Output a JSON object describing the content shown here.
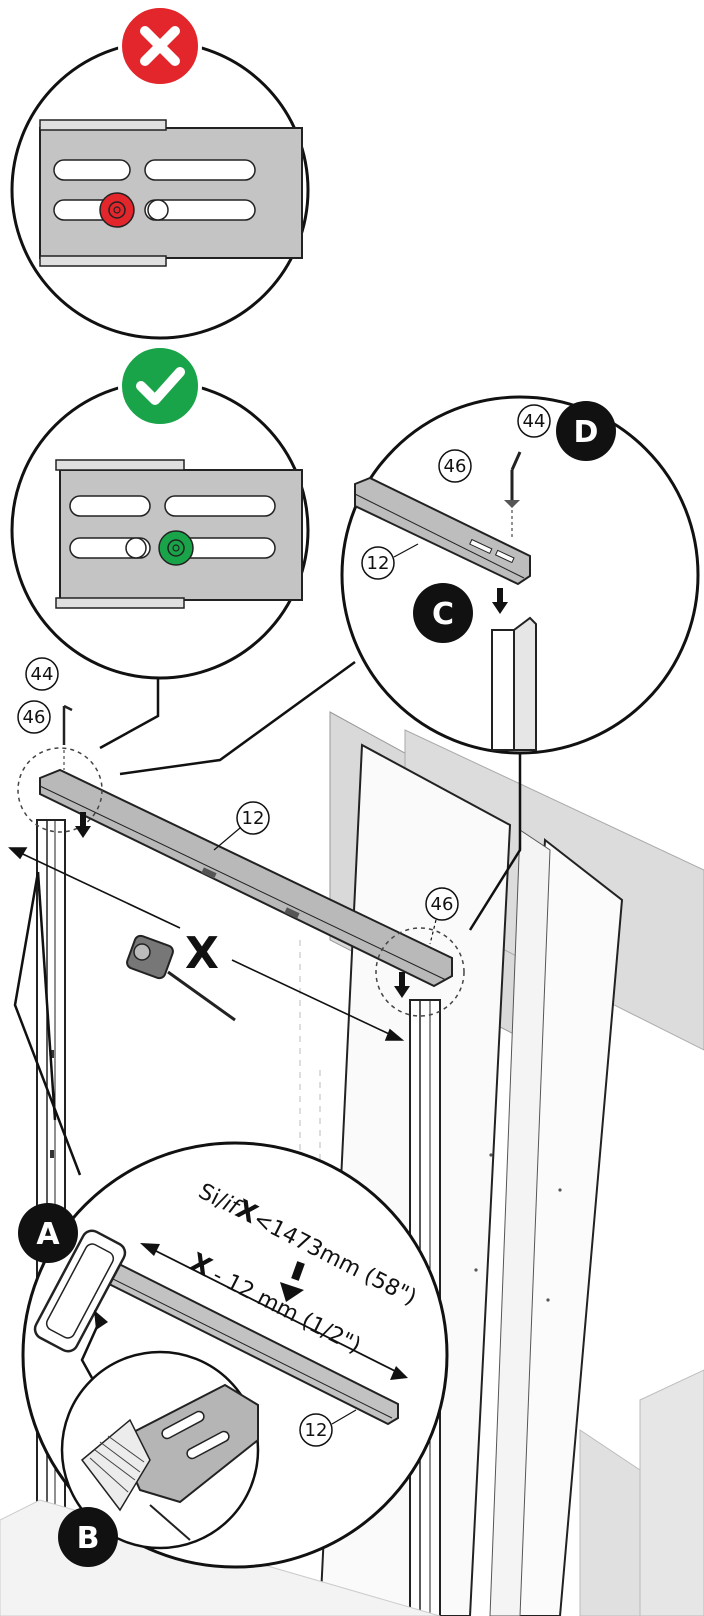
{
  "callouts": {
    "c44_top": "44",
    "c46_top": "46",
    "c44_detail": "44",
    "c46_detail": "46",
    "c12_detail": "12",
    "c12_main": "12",
    "c46_right": "46",
    "c12_inset": "12"
  },
  "badges": {
    "a": "A",
    "b": "B",
    "c": "C",
    "d": "D"
  },
  "status": {
    "wrong": "wrong-mark",
    "right": "right-mark",
    "wrong_color": "#e2262b",
    "right_color": "#1aa44a"
  },
  "measure": {
    "x": "X"
  },
  "note": {
    "condition_prefix": "Si/",
    "condition_if": "if",
    "condition_x": "X",
    "condition_value": "<1473mm (58\")",
    "cut_x": "X",
    "cut_value": "- 12 mm (1/2\")"
  }
}
